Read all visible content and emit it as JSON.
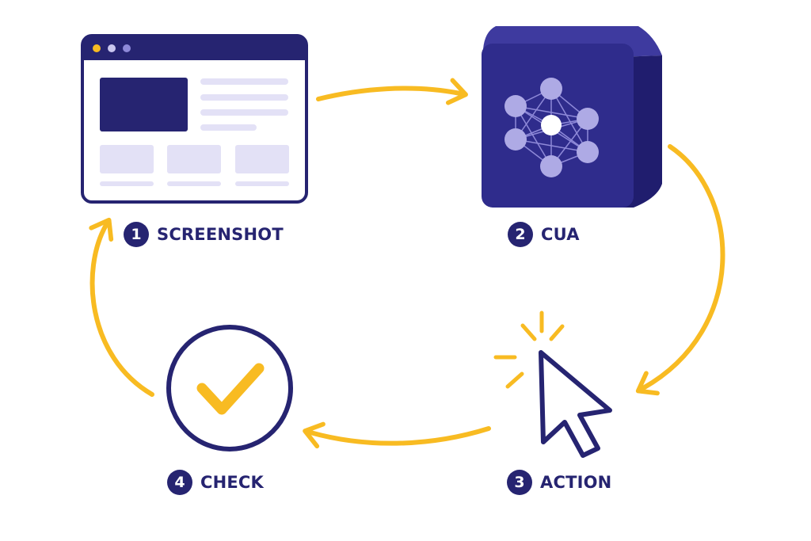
{
  "colors": {
    "navy": "#262471",
    "box_front": "#2f2c8c",
    "box_side": "#201d6e",
    "box_top": "#3e3a9f",
    "lavender": "#e3e1f6",
    "node": "#aeaae5",
    "arrow": "#f8bb22",
    "cursor_burst": "#f8bb22",
    "window_dot_1": "#f8bb22",
    "window_dot_2": "#cac7ef",
    "window_dot_3": "#8e89d8"
  },
  "steps": [
    {
      "number": "1",
      "label": "SCREENSHOT",
      "icon": "browser-window-icon"
    },
    {
      "number": "2",
      "label": "CUA",
      "icon": "neural-network-cube-icon"
    },
    {
      "number": "3",
      "label": "ACTION",
      "icon": "mouse-cursor-click-icon"
    },
    {
      "number": "4",
      "label": "CHECK",
      "icon": "checkmark-circle-icon"
    }
  ],
  "flow": [
    "1->2",
    "2->3",
    "3->4",
    "4->1"
  ]
}
